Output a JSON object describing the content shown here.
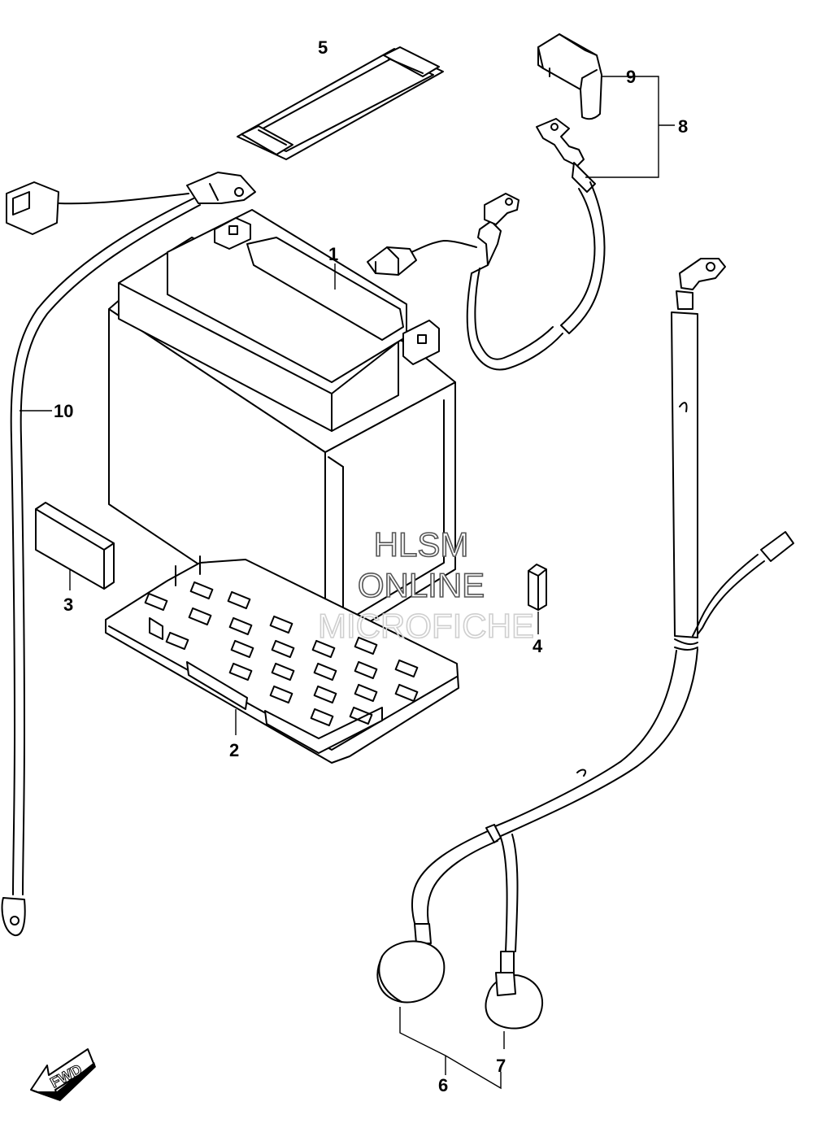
{
  "callouts": {
    "n1": "1",
    "n2": "2",
    "n3": "3",
    "n4": "4",
    "n5": "5",
    "n6": "6",
    "n7": "7",
    "n8": "8",
    "n9": "9",
    "n10": "10"
  },
  "watermark": {
    "line1": "HLSM",
    "line2": "ONLINE",
    "line3": "MICROFICHE"
  },
  "direction_indicator": {
    "label": "FWD"
  },
  "colors": {
    "line": "#000000",
    "background": "#ffffff"
  }
}
